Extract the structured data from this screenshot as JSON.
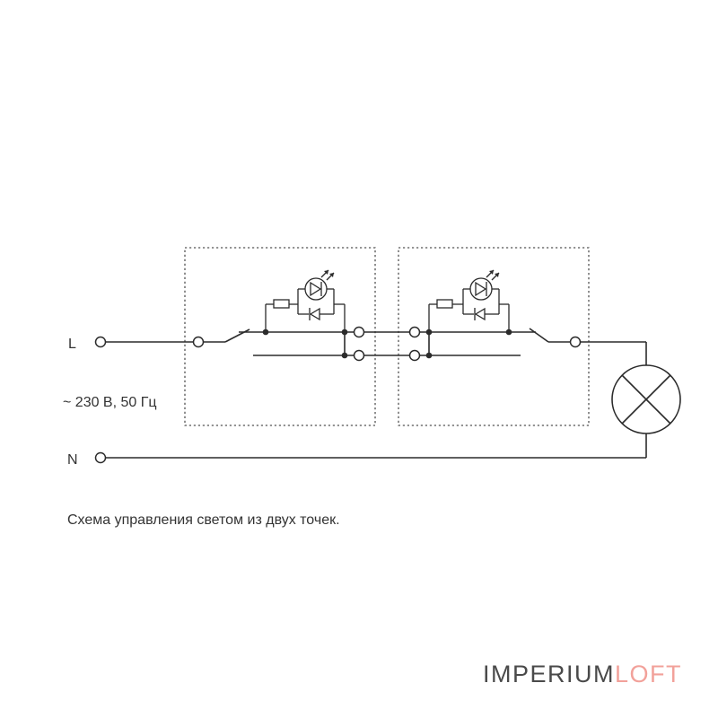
{
  "labels": {
    "line": "L",
    "neutral": "N",
    "supply": "~ 230 В, 50 Гц"
  },
  "caption": "Схема управления светом из двух точек.",
  "logo": {
    "dark_part": "IMPERIUM",
    "accent_part": "LOFT",
    "dark_color": "#4a4a4a",
    "accent_color": "#f2a19a"
  },
  "icons": {
    "switches": "switch-icon",
    "indicator": "led-indicator-icon",
    "lamp": "lamp-icon"
  }
}
